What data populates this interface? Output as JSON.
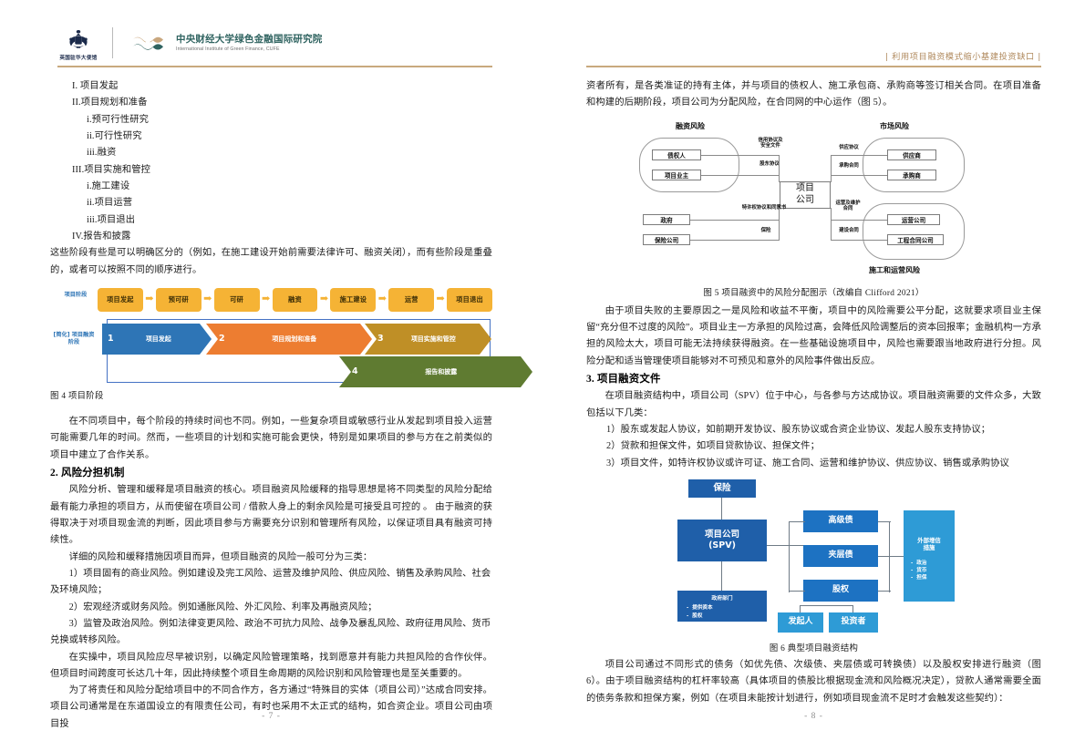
{
  "left_page": {
    "header": {
      "embassy_caption": "英国驻华大使馆",
      "institute_cn": "中央财经大学绿色金融国际研究院",
      "institute_en": "International Institute of Green Finance, CUFE"
    },
    "outline": [
      {
        "marker": "I.",
        "label": "项目发起",
        "level": 1
      },
      {
        "marker": "II.",
        "label": "项目规划和准备",
        "level": 1
      },
      {
        "marker": "i.",
        "label": "预可行性研究",
        "level": 2
      },
      {
        "marker": "ii.",
        "label": "可行性研究",
        "level": 2
      },
      {
        "marker": "iii.",
        "label": "融资",
        "level": 2
      },
      {
        "marker": "III.",
        "label": "项目实施和管控",
        "level": 1
      },
      {
        "marker": "i.",
        "label": "施工建设",
        "level": 2
      },
      {
        "marker": "ii.",
        "label": "项目运营",
        "level": 2
      },
      {
        "marker": "iii.",
        "label": "项目退出",
        "level": 2
      },
      {
        "marker": "IV.",
        "label": "报告和披露",
        "level": 1
      }
    ],
    "para_after_outline": "这些阶段有些是可以明确区分的（例如，在施工建设开始前需要法律许可、融资关闭），而有些阶段是重叠的，或者可以按照不同的顺序进行。",
    "figure4": {
      "row_label": "项目阶段",
      "band_label": "[简化] 项目融资阶段",
      "phases": [
        "项目发起",
        "预可研",
        "可研",
        "融资",
        "施工建设",
        "运营",
        "项目退出"
      ],
      "bands": [
        {
          "num": "1",
          "label": "项目发起",
          "color": "#2e75b6"
        },
        {
          "num": "2",
          "label": "项目规划和准备",
          "color": "#ed7d31"
        },
        {
          "num": "3",
          "label": "项目实施和管控",
          "color": "#bf8f26"
        },
        {
          "num": "4",
          "label": "报告和披露",
          "color": "#5f7b31"
        }
      ],
      "caption": "图 4 项目阶段"
    },
    "para_duration": "在不同项目中，每个阶段的持续时间也不同。例如，一些复杂项目或敏感行业从发起到项目投入运营可能需要几年的时间。然而，一些项目的计划和实施可能会更快，特别是如果项目的参与方在之前类似的项目中建立了合作关系。",
    "section2_title": "2. 风险分担机制",
    "para_risk_core": "风险分析、管理和缓释是项目融资的核心。项目融资风险缓释的指导思想是将不同类型的风险分配给最有能力承担的项目方，从而使留在项目公司 / 借款人身上的剩余风险是可接受且可控的 。 由于融资的获得取决于对项目现金流的判断，因此项目参与方需要充分识别和管理所有风险，以保证项目具有融资可持续性。",
    "para_risk_types": "详细的风险和缓释措施因项目而异，但项目融资的风险一般可分为三类：",
    "risk_list": [
      "1）项目固有的商业风险。例如建设及完工风险、运营及维护风险、供应风险、销售及承购风险、社会及环境风险；",
      "2）宏观经济或财务风险。例如通胀风险、外汇风险、利率及再融资风险；",
      "3）监管及政治风险。例如法律变更风险、政治不可抗力风险、战争及暴乱风险、政府征用风险、货币兑换或转移风险。"
    ],
    "para_practice": "在实操中，项目风险应尽早被识别，以确定风险管理策略，找到愿意并有能力共担风险的合作伙伴。但项目时间跨度可长达几十年，因此持续整个项目生命周期的风险识别和风险管理也是至关重要的。",
    "para_spv": "为了将责任和风险分配给项目中的不同合作方，各方通过“特殊目的实体（项目公司）”达成合同安排。项目公司通常是在东道国设立的有限责任公司，有时也采用不太正式的结构，如合资企业。项目公司由项目投",
    "page_number": "- 7 -"
  },
  "right_page": {
    "header_title": "| 利用项目融资模式缩小基建投资缺口 |",
    "para_top": "资者所有，是各类准证的持有主体，并与项目的债权人、施工承包商、承购商等签订相关合同。在项目准备和构建的后期阶段，项目公司为分配风险，在合同网的中心运作（图 5）。",
    "figure5": {
      "title_left": "融资风险",
      "title_right": "市场风险",
      "title_bottom": "施工和运营风险",
      "center": "项目公司",
      "nodes_left": [
        "债权人",
        "项目业主",
        "政府",
        "保险公司"
      ],
      "nodes_right": [
        "供应商",
        "承购商",
        "运营公司",
        "工程合同公司"
      ],
      "labels": [
        "信用协议及安全文件",
        "股东协议",
        "特许权协议和同意书",
        "保险",
        "供应协议",
        "承购合同",
        "运营及维护合同",
        "建设合同"
      ],
      "caption": "图 5 项目融资中的风险分配图示（改编自 Clifford 2021）"
    },
    "para_balance": "由于项目失败的主要原因之一是风险和收益不平衡，项目中的风险需要公平分配，这就要求项目业主保留“充分但不过度的风险”。项目业主一方承担的风险过高，会降低风险调整后的资本回报率；金融机构一方承担的风险太大，项目可能无法持续获得融资。在一些基础设施项目中，风险也需要跟当地政府进行分担。风险分配和适当管理使项目能够对不可预见和意外的风险事件做出反应。",
    "section3_title": "3. 项目融资文件",
    "para_docs": "在项目融资结构中，项目公司（SPV）位于中心，与各参与方达成协议。项目融资需要的文件众多，大致包括以下几类：",
    "doc_list": [
      "1）股东或发起人协议，如前期开发协议、股东协议或合资企业协议、发起人股东支持协议；",
      "2）贷款和担保文件，如项目贷款协议、担保文件；",
      "3）项目文件，如特许权协议或许可证、施工合同、运营和维护协议、供应协议、销售或承购协议"
    ],
    "figure6": {
      "insurance": "保险",
      "spv": "项目公司\n(SPV)",
      "senior_debt": "高级债",
      "mezzanine": "夹层债",
      "equity": "股权",
      "sponsor": "发起人",
      "investor": "投资者",
      "external": "外部增信\n措施",
      "external_bullets": [
        "政治",
        "货币",
        "担保"
      ],
      "government": "政府部门",
      "government_bullets": [
        "提供资本",
        "股权"
      ],
      "caption": "图 6 典型项目融资结构"
    },
    "para_debt": "项目公司通过不同形式的债务（如优先债、次级债、夹层债或可转换债）以及股权安排进行融资（图 6）。由于项目融资结构的杠杆率较高（具体项目的债股比根据现金流和风险概况决定），贷款人通常需要全面的债务条款和担保方案，例如（在项目未能按计划进行，例如项目现金流不足时才会触发这些契约）：",
    "page_number": "- 8 -"
  }
}
